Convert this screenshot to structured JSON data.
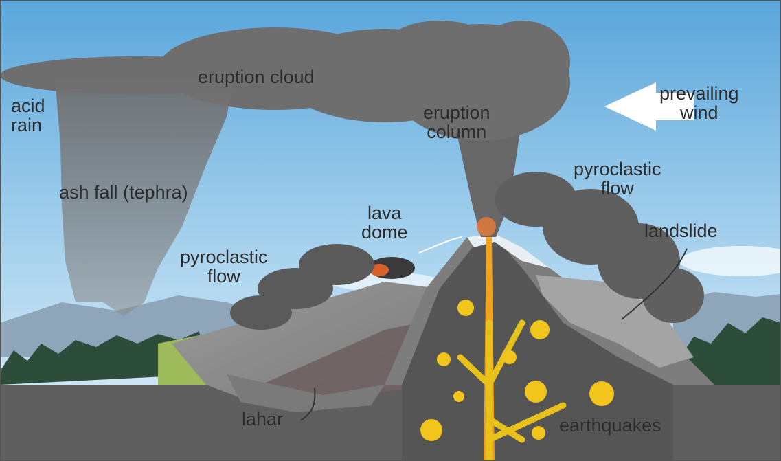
{
  "diagram": {
    "labels": {
      "eruption_cloud": "eruption cloud",
      "acid_rain": [
        "acid",
        "rain"
      ],
      "eruption_column": [
        "eruption",
        "column"
      ],
      "prevailing_wind": [
        "prevailing",
        "wind"
      ],
      "pyroclastic_flow_right": [
        "pyroclastic",
        "flow"
      ],
      "ash_fall": "ash fall (tephra)",
      "lava_dome": [
        "lava",
        "dome"
      ],
      "landslide": "landslide",
      "pyroclastic_flow_left": [
        "pyroclastic",
        "flow"
      ],
      "lahar": "lahar",
      "earthquakes": "earthquakes"
    },
    "colors": {
      "sky_top": "#5da9dd",
      "sky_bottom": "#d6ecf7",
      "ash_cloud": "#6e6e6e",
      "ash_cloud_dark": "#4f4f4f",
      "ground": "#5a5a5a",
      "magma": "#e8c21a",
      "quake_burst": "#f2c51c",
      "forest": "#2f4f3a",
      "text": "#2b2b2b"
    }
  }
}
